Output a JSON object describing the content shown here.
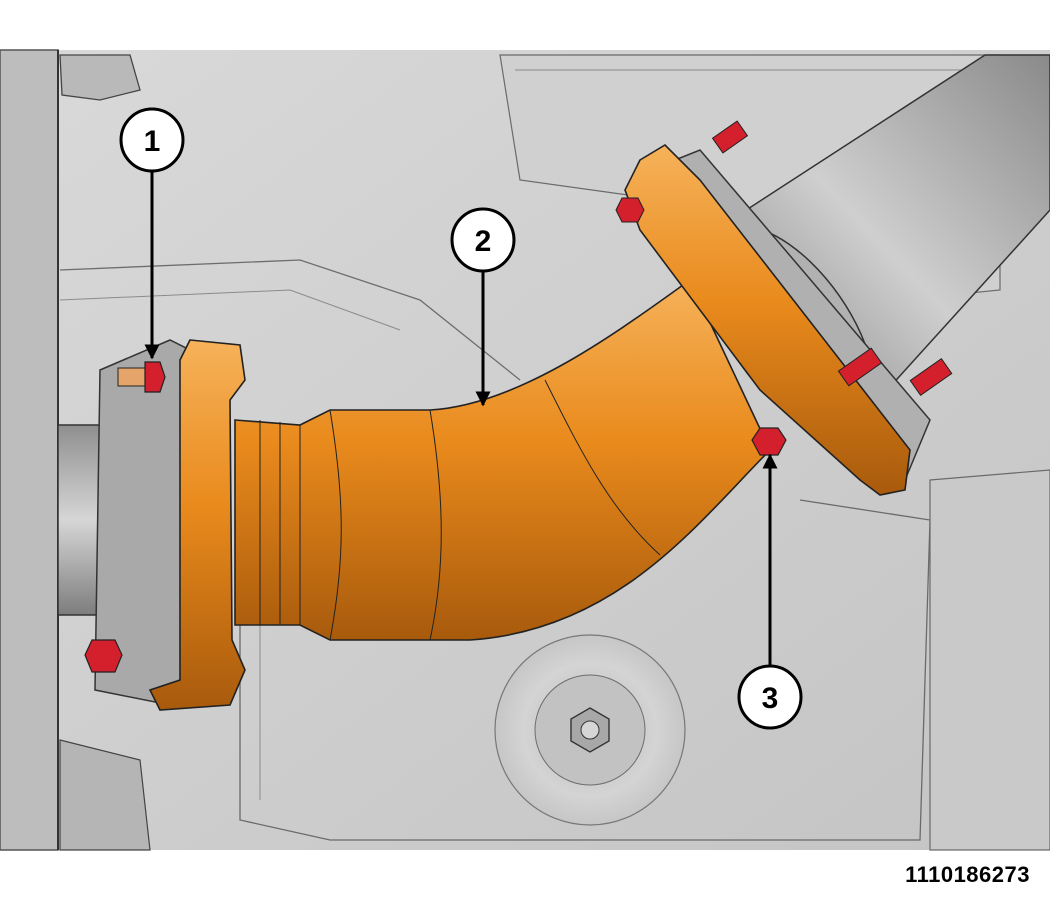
{
  "figure": {
    "id_label": "1110186273",
    "colors": {
      "highlight_part": "#e98a1c",
      "fasteners": "#d41f2c",
      "background_body": "#cfcfcf",
      "pipe_steel": "#a9a9a9"
    }
  },
  "callouts": [
    {
      "number": "1"
    },
    {
      "number": "2"
    },
    {
      "number": "3"
    }
  ]
}
